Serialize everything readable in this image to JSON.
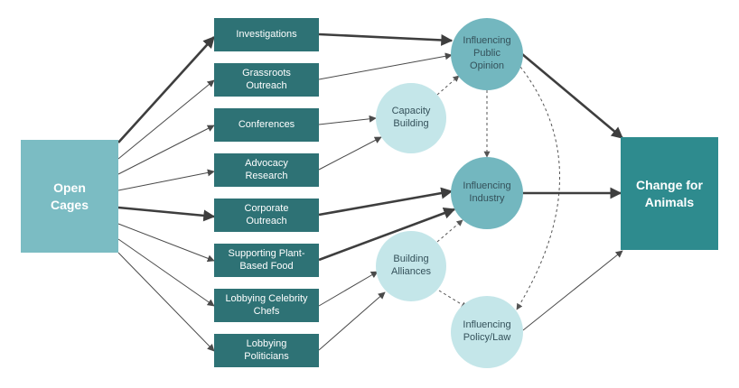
{
  "colors": {
    "source_box": "#7bbcc3",
    "strategy_box": "#2e7275",
    "circle_dark": "#73b7bf",
    "circle_light": "#c4e6e9",
    "outcome_box": "#2e8b8e",
    "arrow": "#3e3e3e"
  },
  "source": {
    "label": "Open\nCages"
  },
  "outcome": {
    "label": "Change for\nAnimals"
  },
  "strategies": [
    {
      "id": "investigations",
      "label": "Investigations"
    },
    {
      "id": "grassroots",
      "label": "Grassroots\nOutreach"
    },
    {
      "id": "conferences",
      "label": "Conferences"
    },
    {
      "id": "advocacy",
      "label": "Advocacy\nResearch"
    },
    {
      "id": "corporate",
      "label": "Corporate\nOutreach"
    },
    {
      "id": "plant",
      "label": "Supporting Plant-\nBased Food"
    },
    {
      "id": "celebrity",
      "label": "Lobbying Celebrity\nChefs"
    },
    {
      "id": "politicians",
      "label": "Lobbying\nPoliticians"
    }
  ],
  "mechanisms": [
    {
      "id": "capacity",
      "label": "Capacity\nBuilding",
      "tone": "light"
    },
    {
      "id": "alliances",
      "label": "Building\nAlliances",
      "tone": "light"
    },
    {
      "id": "opinion",
      "label": "Influencing\nPublic\nOpinion",
      "tone": "dark"
    },
    {
      "id": "industry",
      "label": "Influencing\nIndustry",
      "tone": "dark"
    },
    {
      "id": "policy",
      "label": "Influencing\nPolicy/Law",
      "tone": "light"
    }
  ],
  "edges": [
    {
      "from": "source",
      "to": "investigations",
      "weight": "thick"
    },
    {
      "from": "source",
      "to": "grassroots",
      "weight": "thin"
    },
    {
      "from": "source",
      "to": "conferences",
      "weight": "thin"
    },
    {
      "from": "source",
      "to": "advocacy",
      "weight": "thin"
    },
    {
      "from": "source",
      "to": "corporate",
      "weight": "thick"
    },
    {
      "from": "source",
      "to": "plant",
      "weight": "thin"
    },
    {
      "from": "source",
      "to": "celebrity",
      "weight": "thin"
    },
    {
      "from": "source",
      "to": "politicians",
      "weight": "thin"
    },
    {
      "from": "investigations",
      "to": "opinion",
      "weight": "thick"
    },
    {
      "from": "grassroots",
      "to": "opinion",
      "weight": "thin"
    },
    {
      "from": "conferences",
      "to": "capacity",
      "weight": "thin"
    },
    {
      "from": "advocacy",
      "to": "capacity",
      "weight": "thin"
    },
    {
      "from": "corporate",
      "to": "industry",
      "weight": "thick"
    },
    {
      "from": "plant",
      "to": "industry",
      "weight": "thick"
    },
    {
      "from": "celebrity",
      "to": "alliances",
      "weight": "thin"
    },
    {
      "from": "politicians",
      "to": "alliances",
      "weight": "thin"
    },
    {
      "from": "capacity",
      "to": "opinion",
      "weight": "dashed"
    },
    {
      "from": "alliances",
      "to": "industry",
      "weight": "dashed"
    },
    {
      "from": "alliances",
      "to": "policy",
      "weight": "dashed"
    },
    {
      "from": "opinion",
      "to": "industry",
      "weight": "dashed"
    },
    {
      "from": "opinion",
      "to": "policy",
      "weight": "dashed-curve"
    },
    {
      "from": "opinion",
      "to": "outcome",
      "weight": "thick"
    },
    {
      "from": "industry",
      "to": "outcome",
      "weight": "thick"
    },
    {
      "from": "policy",
      "to": "outcome",
      "weight": "thin"
    }
  ]
}
